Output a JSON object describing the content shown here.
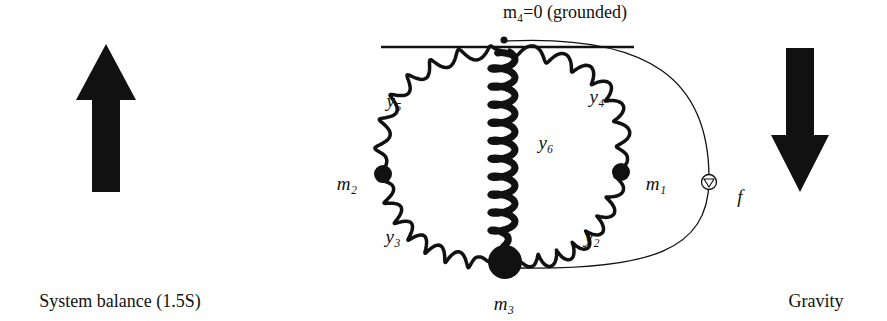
{
  "diagram": {
    "labels": [
      "m₄=0 (grounded)",
      "y₅",
      "y₄",
      "y₆",
      "m₂",
      "m₁",
      "f",
      "y₃",
      "y₂",
      "m₃",
      "System balance (1.5S)",
      "Gravity"
    ]
  }
}
